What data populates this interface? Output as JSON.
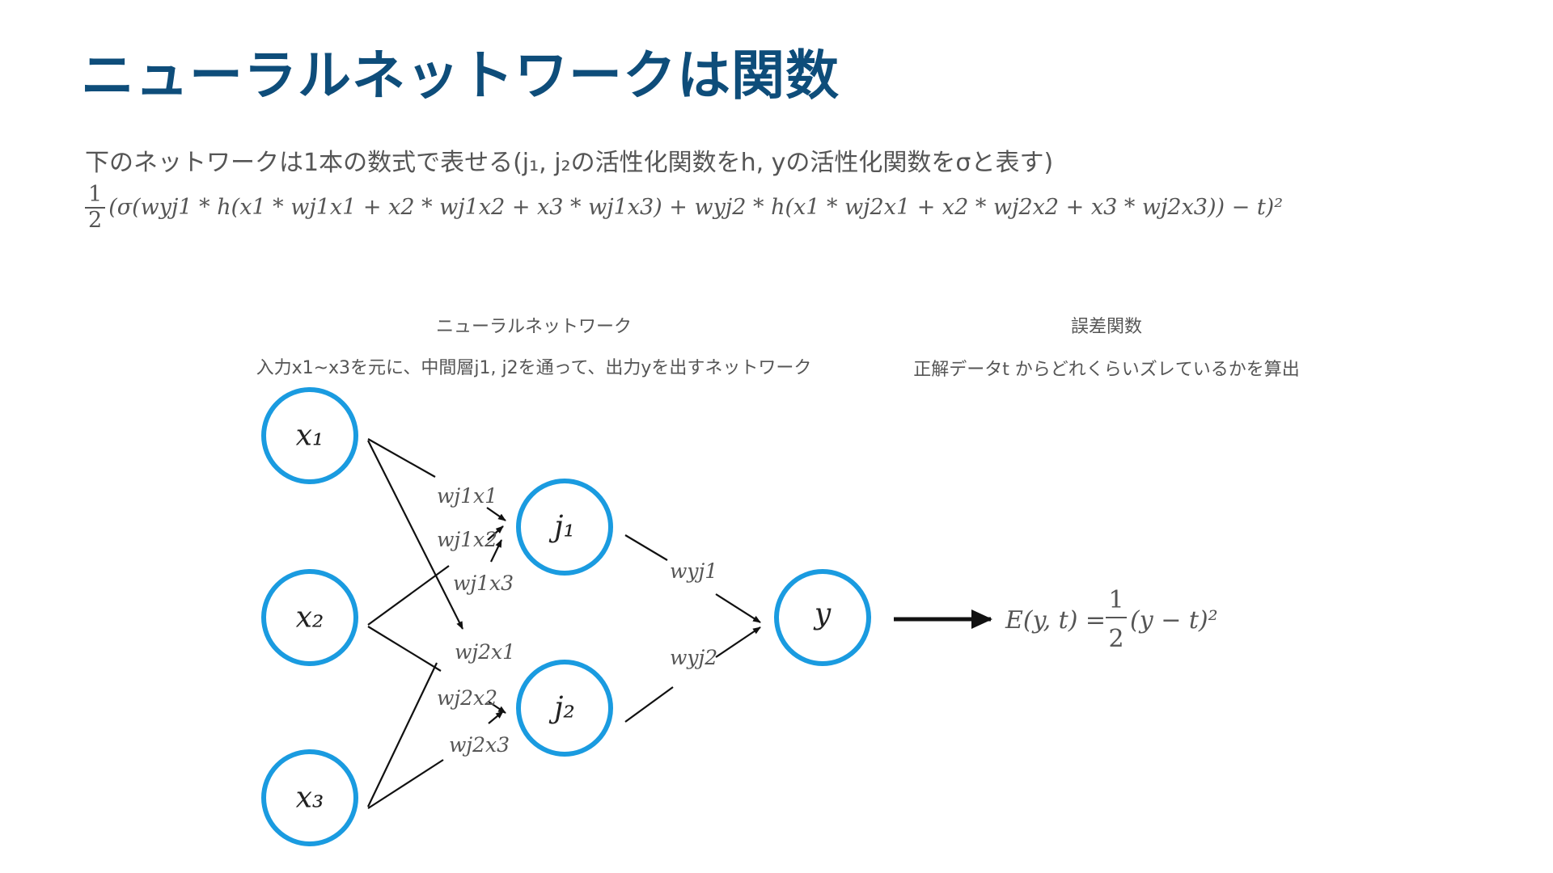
{
  "title": "ニューラルネットワークは関数",
  "description": "下のネットワークは1本の数式で表せる(j₁, j₂の活性化関数をh, yの活性化関数をσと表す)",
  "formula": {
    "frac_num": "1",
    "frac_den": "2",
    "body": "(σ(wyj1 * h(x1 * wj1x1 + x2 * wj1x2 + x3 * wj1x3) + wyj2 * h(x1 * wj2x1 + x2 * wj2x2 + x3 * wj2x3)) − t)²"
  },
  "captions": {
    "network_heading": "ニューラルネットワーク",
    "network_desc": "入力x1~x3を元に、中間層j1, j2を通って、出力yを出すネットワーク",
    "error_heading": "誤差関数",
    "error_desc": "正解データt からどれくらいズレているかを算出"
  },
  "nodes": {
    "x1": "x₁",
    "x2": "x₂",
    "x3": "x₃",
    "j1": "j₁",
    "j2": "j₂",
    "y": "y"
  },
  "weights": {
    "wj1x1": "wj1x1",
    "wj1x2": "wj1x2",
    "wj1x3": "wj1x3",
    "wj2x1": "wj2x1",
    "wj2x2": "wj2x2",
    "wj2x3": "wj2x3",
    "wyj1": "wyj1",
    "wyj2": "wyj2"
  },
  "error_function": {
    "lhs": "E(y, t) =",
    "frac_num": "1",
    "frac_den": "2",
    "rhs": "(y − t)²"
  },
  "colors": {
    "title": "#0e4d7a",
    "node_stroke": "#1a9be0",
    "text": "#555555"
  }
}
